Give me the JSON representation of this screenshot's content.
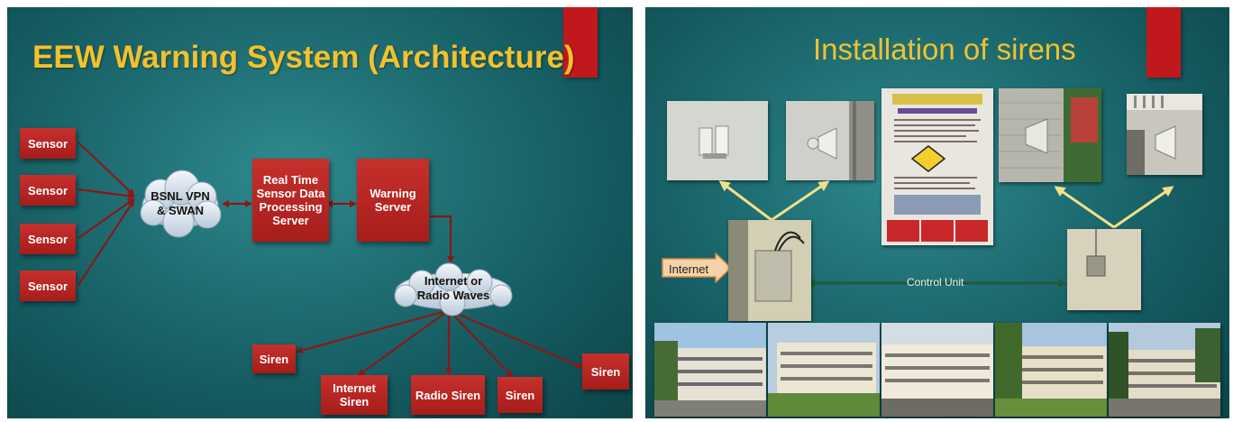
{
  "left_slide": {
    "title": "EEW Warning System (Architecture)",
    "sensors": [
      "Sensor",
      "Sensor",
      "Sensor",
      "Sensor"
    ],
    "network_cloud": "BSNL VPN\n& SWAN",
    "processing_server": "Real Time\nSensor Data\nProcessing\nServer",
    "warning_server": "Warning\nServer",
    "internet_cloud": "Internet or\nRadio Waves",
    "sirens": {
      "siren_left": "Siren",
      "internet_siren": "Internet\nSiren",
      "radio_siren": "Radio Siren",
      "siren_mid": "Siren",
      "siren_right": "Siren"
    }
  },
  "right_slide": {
    "title": "Installation of sirens",
    "internet_label": "Internet",
    "control_unit_label": "Control Unit"
  },
  "colors": {
    "box_red": "#b42320",
    "title_yellow": "#f2c12e",
    "line_dark_red": "#8a1818",
    "arrow_yellow": "#f2e08a",
    "arrow_green": "#1f5a3a"
  }
}
